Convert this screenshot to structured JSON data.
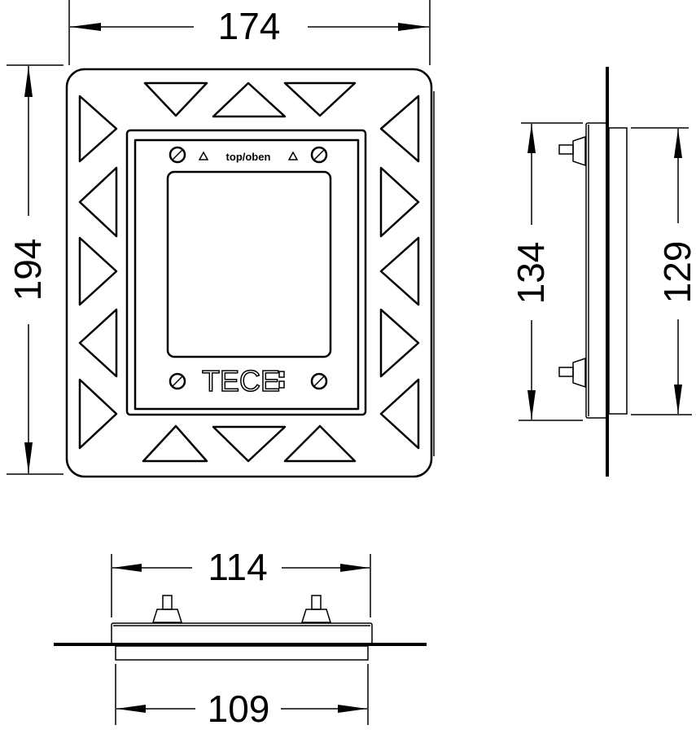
{
  "drawing": {
    "front_view": {
      "label_top": "top/oben",
      "brand": "TECE",
      "width_dim": "174",
      "height_dim": "194"
    },
    "side_view": {
      "outer_height_dim": "134",
      "inner_height_dim": "129"
    },
    "bottom_view": {
      "outer_width_dim": "114",
      "inner_width_dim": "109"
    },
    "colors": {
      "line": "#000000",
      "background": "#ffffff"
    }
  }
}
